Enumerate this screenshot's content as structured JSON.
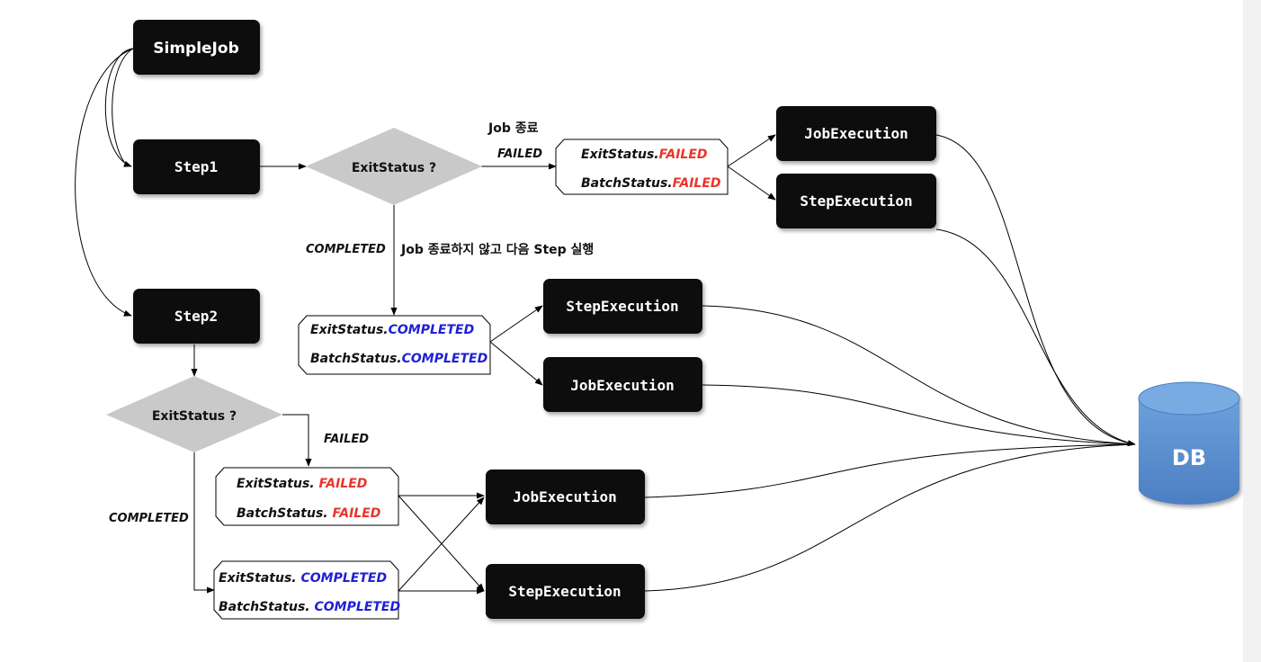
{
  "colors": {
    "node_fill": "#111111",
    "decision_fill": "#c9c9c9",
    "failed": "#e8352a",
    "completed": "#1f1fd6",
    "db_fill": "#5b8fcf"
  },
  "nodes": {
    "simplejob": "SimpleJob",
    "step1": "Step1",
    "step2": "Step2",
    "job_execution": "JobExecution",
    "step_execution": "StepExecution",
    "db": "DB"
  },
  "decisions": {
    "exit_status": "ExitStatus ?"
  },
  "labels": {
    "job_end": "Job 종료",
    "failed": "FAILED",
    "completed": "COMPLETED",
    "continue_next_step": "Job 종료하지 않고 다음 Step 실행"
  },
  "status": {
    "exit_prefix": "ExitStatus.",
    "batch_prefix": "BatchStatus.",
    "exit_prefix_sp": "ExitStatus. ",
    "batch_prefix_sp": "BatchStatus. ",
    "failed": "FAILED",
    "completed": "COMPLETED"
  }
}
